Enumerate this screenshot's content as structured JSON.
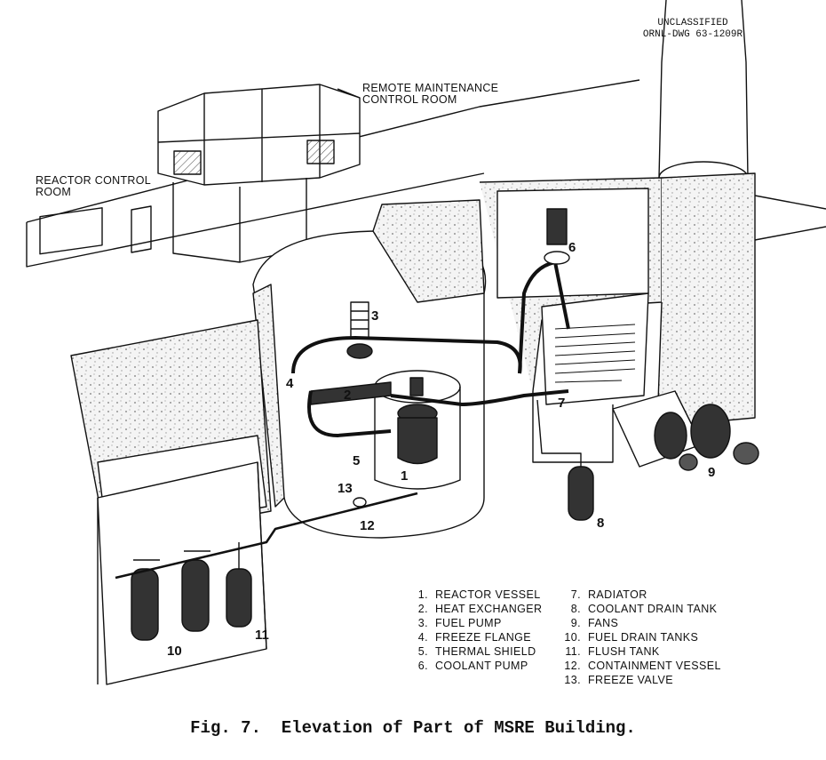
{
  "classification": {
    "line1": "UNCLASSIFIED",
    "line2": "ORNL-DWG 63-1209R"
  },
  "callouts": {
    "remote_maintenance": [
      "REMOTE MAINTENANCE",
      "CONTROL ROOM"
    ],
    "reactor_control": [
      "REACTOR CONTROL",
      "ROOM"
    ]
  },
  "markers": [
    "1",
    "2",
    "3",
    "4",
    "5",
    "6",
    "7",
    "8",
    "9",
    "10",
    "11",
    "12",
    "13"
  ],
  "legend_left": [
    {
      "num": "1.",
      "label": "REACTOR VESSEL"
    },
    {
      "num": "2.",
      "label": "HEAT EXCHANGER"
    },
    {
      "num": "3.",
      "label": "FUEL PUMP"
    },
    {
      "num": "4.",
      "label": "FREEZE FLANGE"
    },
    {
      "num": "5.",
      "label": "THERMAL SHIELD"
    },
    {
      "num": "6.",
      "label": "COOLANT PUMP"
    }
  ],
  "legend_right": [
    {
      "num": "7.",
      "label": "RADIATOR"
    },
    {
      "num": "8.",
      "label": "COOLANT DRAIN TANK"
    },
    {
      "num": "9.",
      "label": "FANS"
    },
    {
      "num": "10.",
      "label": "FUEL DRAIN TANKS"
    },
    {
      "num": "11.",
      "label": "FLUSH TANK"
    },
    {
      "num": "12.",
      "label": "CONTAINMENT VESSEL"
    },
    {
      "num": "13.",
      "label": "FREEZE VALVE"
    }
  ],
  "caption": "Fig. 7.  Elevation of Part of MSRE Building."
}
